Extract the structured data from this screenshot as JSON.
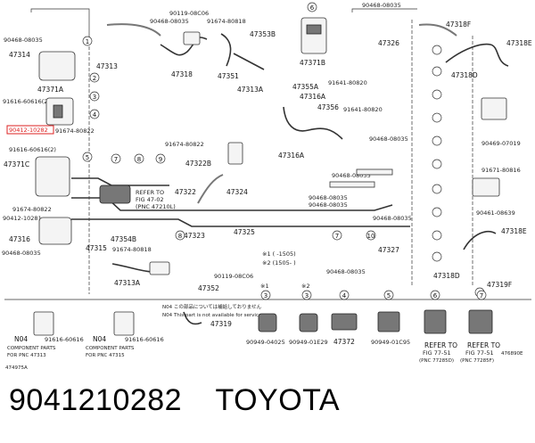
{
  "caption": {
    "part_number": "9041210282",
    "brand": "TOYOTA"
  },
  "diagram": {
    "highlighted_part": "90412-10282",
    "labels": {
      "l1": "90468-08035",
      "l2": "47314",
      "l3": "47313",
      "l4": "47371A",
      "l5": "91616-60616(2)",
      "l6": "90412-10282",
      "l7": "91674-80822",
      "l8": "91616-60616(2)",
      "l9": "47371C",
      "l10": "91674-80822",
      "l11": "90412-10281",
      "l12": "47316",
      "l13": "47315",
      "l14": "90468-08035",
      "l15": "47354B",
      "l16": "91674-80818",
      "l17": "90119-08C06",
      "l18": "90468-08035",
      "l19": "91674-80818",
      "l20": "47353B",
      "l21": "47318",
      "l22": "47351",
      "l23": "47313A",
      "l24": "47371B",
      "l25": "47355A",
      "l26": "91641-80820",
      "l27": "47316A",
      "l28": "47356",
      "l29": "91641-80820",
      "l30": "90468-08035",
      "l31": "47316A",
      "l32": "91674-80822",
      "l33": "47322B",
      "l34": "47322",
      "l35": "47324",
      "l36": "90468-08035",
      "l37": "90468-08035",
      "l38": "90468-08035",
      "l39": "90468-08035",
      "l40": "47326",
      "l41": "47318F",
      "l42": "47318E",
      "l43": "47318D",
      "l44": "90469-07019",
      "l45": "91671-80816",
      "l46": "90461-08639",
      "l47": "47318E",
      "l48": "47327",
      "l49": "47318D",
      "l50": "47319F",
      "l51": "47323",
      "l52": "47325",
      "l53": "47313A",
      "l54": "47352",
      "l55": "90119-08C06",
      "l56": "47319",
      "l57": "90468-08035"
    },
    "refer_fig": {
      "line1": "REFER TO",
      "line2": "FIG 47-02",
      "line3": "(PNC 47210L)"
    },
    "notes": {
      "n1a": "※1 (    -1505)",
      "n1b": "※2 (1505-    )",
      "n04a": "N04 この部品については補給しておりません",
      "n04b": "N04 This part is not available for service"
    },
    "bottom": {
      "b1_code": "N04",
      "b1_part": "91616-60616",
      "b1_text1": "COMPONENT PARTS",
      "b1_text2": "FOR PNC 47313",
      "b2_code": "N04",
      "b2_part": "91616-60616",
      "b2_text1": "COMPONENT PARTS",
      "b2_text2": "FOR PNC 47315",
      "b3_note": "※1",
      "b3_part": "90949-04025",
      "b4_note": "※2",
      "b4_part": "90949-01E29",
      "b5_part": "47372",
      "b6_part": "90949-01C95",
      "b7_l1": "REFER TO",
      "b7_l2": "FIG 77-51",
      "b7_l3": "(PNC 77285D)",
      "b8_l1": "REFER TO",
      "b8_l2": "FIG 77-51",
      "b8_l3": "(PNC 77285F)",
      "fig_left": "474975A",
      "fig_right": "476890E"
    },
    "callouts": [
      "1",
      "2",
      "3",
      "4",
      "5",
      "6",
      "7",
      "8",
      "9",
      "10"
    ]
  }
}
